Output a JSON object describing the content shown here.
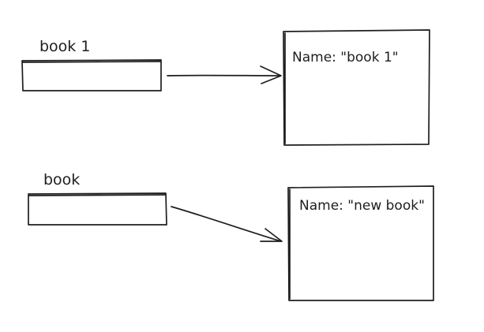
{
  "diagram": {
    "variables": [
      {
        "label": "book 1"
      },
      {
        "label": "book"
      }
    ],
    "objects": [
      {
        "text": "Name: \"book 1\""
      },
      {
        "text": "Name: \"new book\""
      }
    ],
    "colors": {
      "stroke": "#1e1e1e",
      "background": "#ffffff"
    }
  }
}
